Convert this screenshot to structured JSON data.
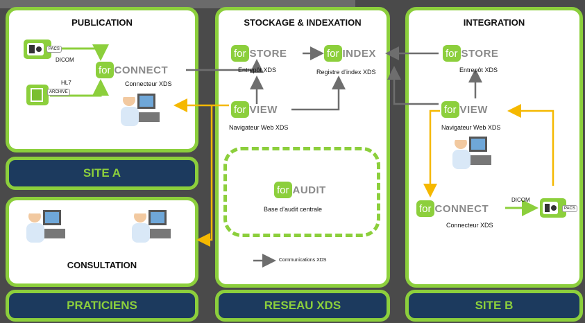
{
  "panels": {
    "publication": {
      "title": "PUBLICATION"
    },
    "storage": {
      "title": "STOCKAGE & INDEXATION"
    },
    "integration": {
      "title": "INTEGRATION"
    },
    "consultation": {
      "title": "CONSULTATION"
    }
  },
  "sites": {
    "site_a": "SITE A",
    "praticiens": "PRATICIENS",
    "reseau": "RESEAU XDS",
    "site_b": "SITE B"
  },
  "logos": {
    "prefix": "for",
    "connect": "CONNECT",
    "store": "STORE",
    "index": "INDEX",
    "view": "VIEW",
    "audit": "AUDIT"
  },
  "labels": {
    "connecteur": "Connecteur XDS",
    "entrepot": "Entrepôt XDS",
    "registre": "Registre d’index XDS",
    "navigateur": "Navigateur Web XDS",
    "audit": "Base d’audit centrale",
    "dicom": "DICOM",
    "hl7": "HL7",
    "pacs": "PACS",
    "archive": "ARCHIVE",
    "legend": "Communications XDS"
  },
  "colors": {
    "green": "#8ccf3c",
    "navy": "#1c3a5e",
    "orange": "#f5b800",
    "grey_arrow": "#6e6e6e"
  }
}
